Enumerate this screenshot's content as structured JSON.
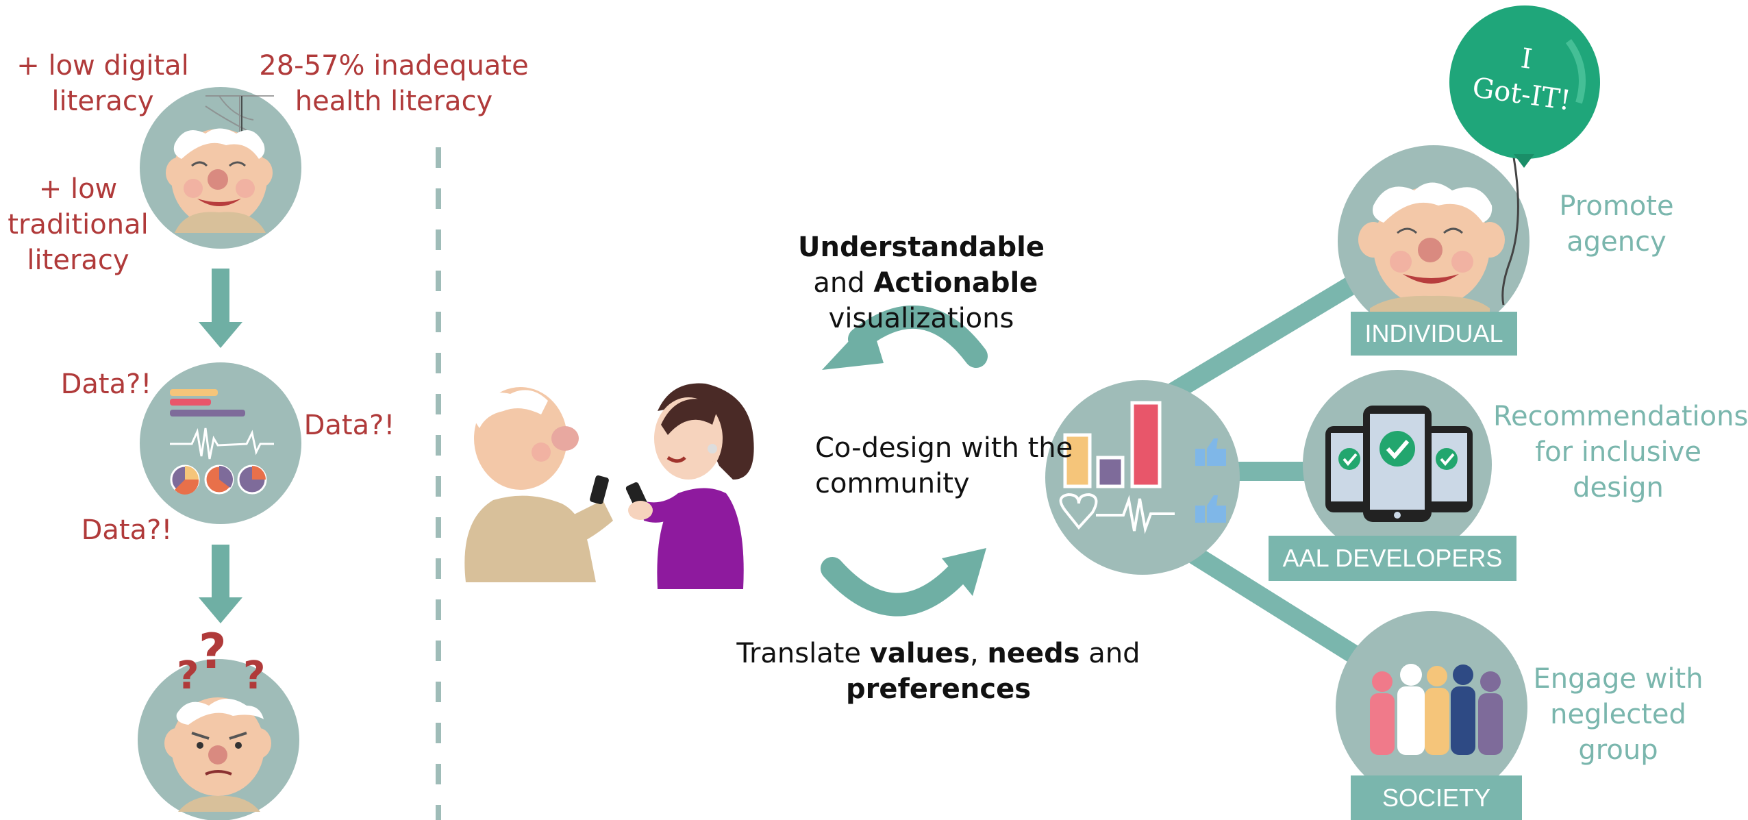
{
  "left": {
    "low_digital": [
      "+ low digital",
      "literacy"
    ],
    "inadequate_health": [
      "28-57% inadequate",
      "health literacy"
    ],
    "low_traditional": [
      "+ low",
      "traditional",
      "literacy"
    ],
    "data_questions": [
      "Data?!",
      "Data?!",
      "Data?!"
    ]
  },
  "middle": {
    "top_caption": {
      "bold1": "Understandable",
      "mid": " and ",
      "bold2": "Actionable",
      "line2": "visualizations"
    },
    "center_caption": [
      "Co-design with the",
      "community"
    ],
    "bottom_caption": {
      "pre": "Translate ",
      "bold1": "values",
      "sep": ", ",
      "bold2": "needs",
      "post": " and",
      "bold3": "preferences"
    }
  },
  "right": {
    "balloon_text": [
      "I",
      "Got-IT!"
    ],
    "individual": {
      "label": "INDIVIDUAL",
      "caption": [
        "Promote",
        "agency"
      ]
    },
    "developers": {
      "label": "AAL DEVELOPERS",
      "caption": [
        "Recommendations",
        "for inclusive",
        "design"
      ]
    },
    "society": {
      "label": "SOCIETY",
      "caption": [
        "Engage with",
        "neglected",
        "group"
      ]
    }
  },
  "colors": {
    "teal": "#7ab6ad",
    "circle": "#9fbcb8",
    "red_text": "#b03a3a",
    "balloon": "#1fa67a",
    "purple": "#8e1a9e"
  },
  "icons": [
    "spider-web-icon",
    "bar-chart-icon",
    "pie-chart-icon",
    "question-mark-icon",
    "thumbs-up-icon",
    "heart-pulse-icon",
    "phone-check-icon",
    "people-group-icon",
    "balloon-icon"
  ]
}
